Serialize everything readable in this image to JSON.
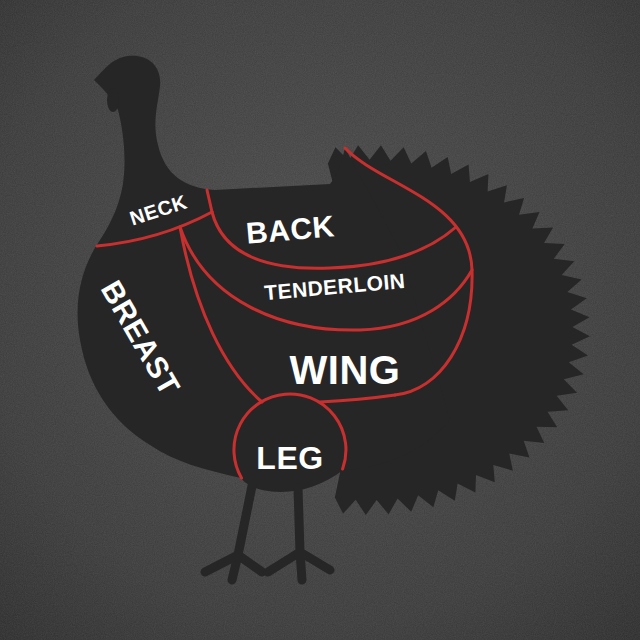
{
  "diagram": {
    "labels": [
      "NECK",
      "BACK",
      "TENDERLOIN",
      "BREAST",
      "WING",
      "LEG"
    ]
  }
}
